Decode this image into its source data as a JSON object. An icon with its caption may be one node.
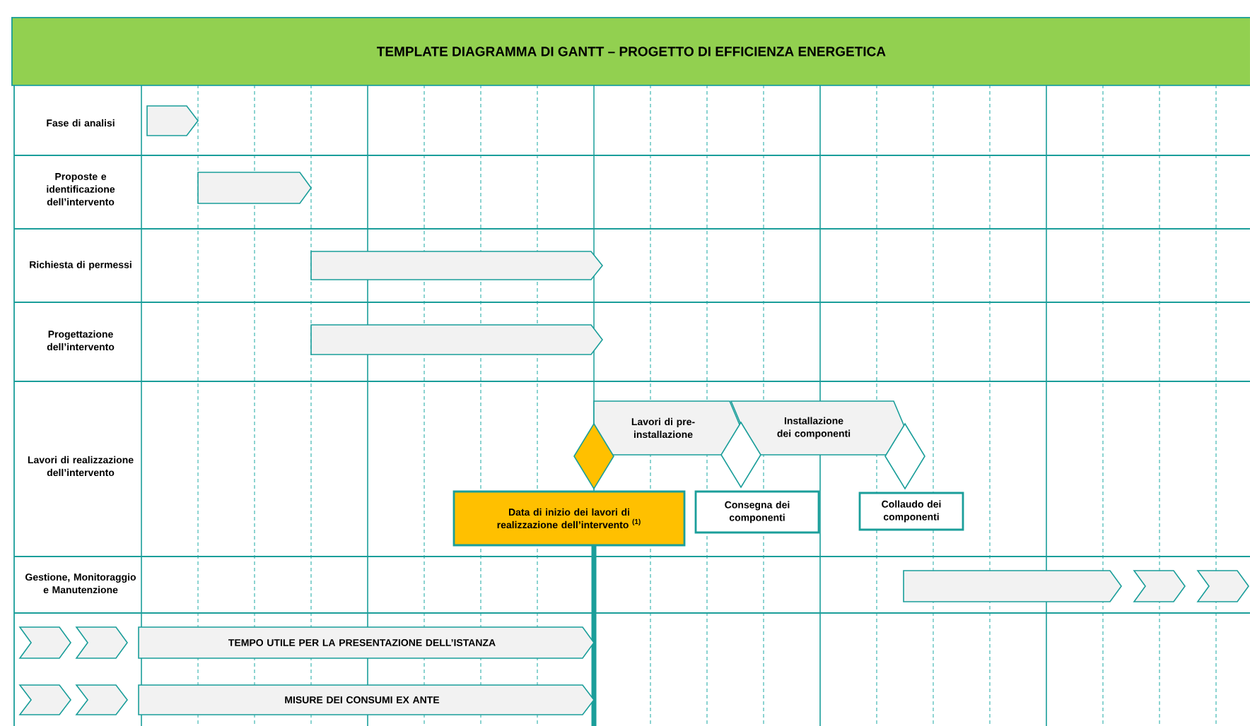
{
  "diagram": {
    "title": "TEMPLATE DIAGRAMMA DI GANTT – PROGETTO DI EFFICIENZA ENERGETICA",
    "nodes": [
      {
        "text": [],
        "shape": "bar"
      },
      {
        "text": [],
        "shape": "bar"
      },
      {
        "text": [],
        "shape": "bar"
      },
      {
        "text": [],
        "shape": "bar"
      },
      {
        "text": [
          "Lavori di pre-installazione"
        ]
      },
      {
        "text": [
          "Installazione dei componenti"
        ]
      },
      {
        "text": [],
        "shape": "diamond"
      },
      {
        "text": [],
        "shape": "diamond"
      },
      {
        "text": [],
        "shape": "diamond"
      },
      {
        "text": [
          "Data di inizio dei lavori di realizzazione dell’intervento $^{(1)}$"
        ]
      },
      {
        "text": [
          "Consegna dei componenti"
        ]
      },
      {
        "text": [
          "Collaudo dei componenti"
        ]
      },
      {
        "text": [],
        "shape": "bar"
      },
      {
        "text": [],
        "shape": "bar"
      },
      {
        "text": [],
        "shape": "bar"
      },
      {
        "text": [],
        "shape": "bar"
      },
      {
        "text": [],
        "shape": "bar"
      },
      {
        "text": [
          "TEMPO UTILE PER LA PRESENTAZIONE DELL’ISTANZA"
        ]
      },
      {
        "text": [],
        "shape": "bar"
      },
      {
        "text": [],
        "shape": "bar"
      },
      {
        "text": [
          "MISURE DEI CONSUMI EX ANTE"
        ]
      }
    ],
    "labels": [
      "Fase di analisi",
      "Proposte e identificazione dell’intervento",
      "Richiesta di permessi",
      "Progettazione dell’intervento",
      "Lavori di realizzazione dell’intervento",
      "Gestione, Monitoraggio e Manutenzione"
    ]
  }
}
